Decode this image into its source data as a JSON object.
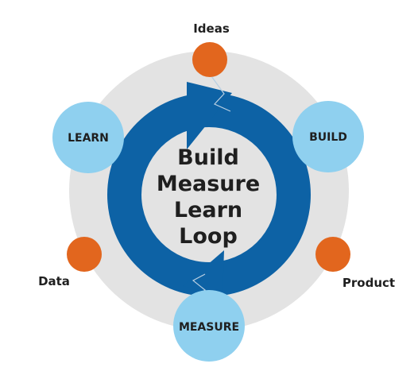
{
  "center": {
    "line1": "Build",
    "line2": "Measure",
    "line3": "Learn",
    "line4": "Loop"
  },
  "stages": {
    "learn": "LEARN",
    "build": "BUILD",
    "measure": "MEASURE"
  },
  "artifacts": {
    "ideas": "Ideas",
    "product": "Product",
    "data": "Data"
  },
  "colors": {
    "background_ring": "#e3e3e3",
    "loop_arrow": "#0d62a5",
    "stage_circle": "#8fd0ef",
    "artifact_dot": "#e2661e",
    "center_text": "#1f1f1f",
    "label_text": "#1f1f1f"
  }
}
